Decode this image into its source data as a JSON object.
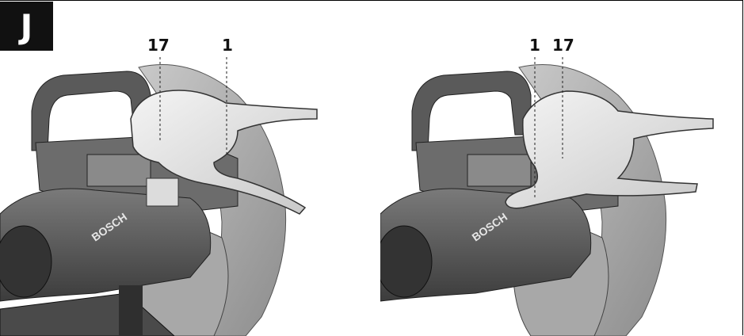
{
  "figure_letter": "J",
  "left_panel": {
    "callout_a": "17",
    "callout_b": "1"
  },
  "right_panel": {
    "callout_a": "1",
    "callout_b": "17"
  },
  "brand_left": "BOSCH",
  "brand_right": "BOSCH"
}
